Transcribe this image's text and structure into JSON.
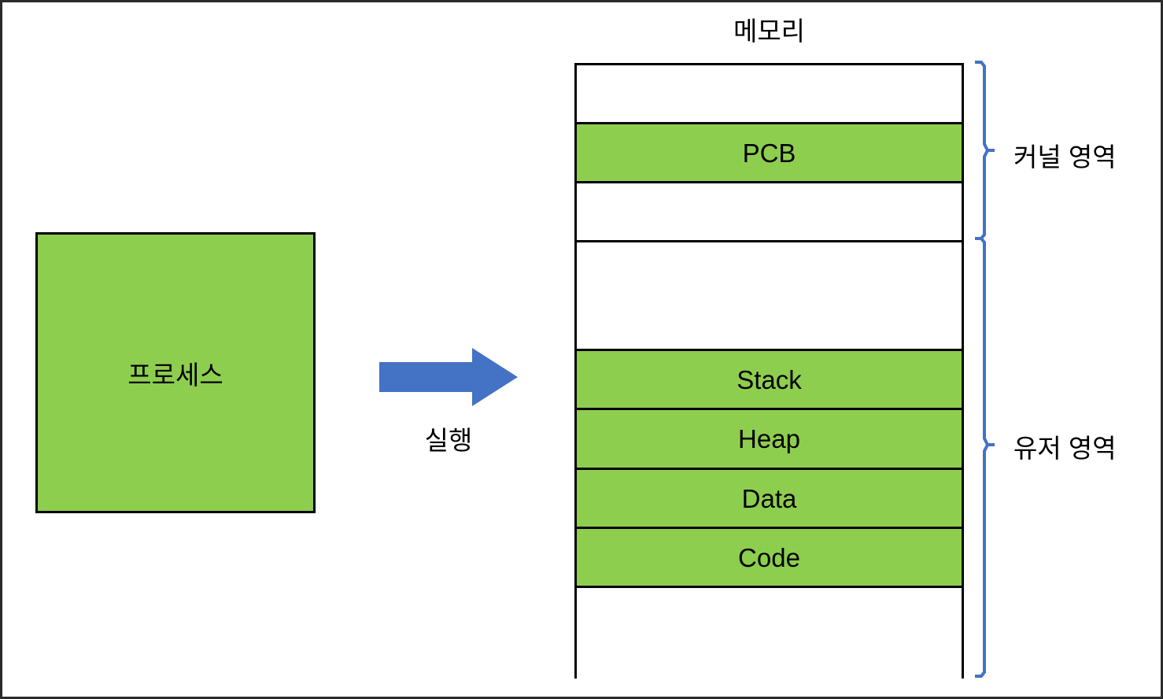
{
  "figure": {
    "title": "메모리",
    "background_color": "#FFFFFF",
    "frame_color": "#2B2B2B"
  },
  "colors": {
    "segment_green": "#8ECE4F",
    "arrow_blue": "#4472C4",
    "brace_blue": "#4472C4",
    "outline_black": "#000000"
  },
  "process": {
    "label": "프로세스"
  },
  "transition": {
    "arrow_label": "실행",
    "arrow_direction": "right"
  },
  "memory": {
    "title": "메모리",
    "rows": [
      {
        "label": "",
        "filled": false,
        "height": 75
      },
      {
        "label": "PCB",
        "filled": true,
        "height": 75
      },
      {
        "label": "",
        "filled": false,
        "height": 75
      },
      {
        "label": "",
        "filled": false,
        "height": 138
      },
      {
        "label": "Stack",
        "filled": true,
        "height": 75
      },
      {
        "label": "Heap",
        "filled": true,
        "height": 76
      },
      {
        "label": "Data",
        "filled": true,
        "height": 75
      },
      {
        "label": "Code",
        "filled": true,
        "height": 75
      },
      {
        "label": "",
        "filled": false,
        "height": 118
      }
    ]
  },
  "regions": [
    {
      "name": "kernel",
      "label": "커널 영역"
    },
    {
      "name": "user",
      "label": "유저 영역"
    }
  ]
}
